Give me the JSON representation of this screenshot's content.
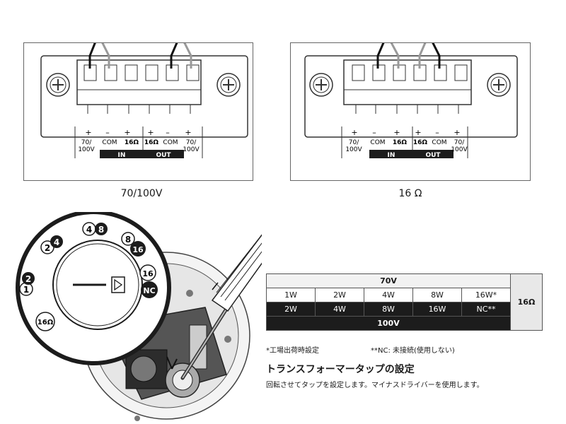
{
  "panels": [
    {
      "caption": "70/100V",
      "polarity": [
        "+",
        "–",
        "+",
        "+",
        "–",
        "+"
      ],
      "terminals": [
        "70/\n100V",
        "COM",
        "16Ω",
        "16Ω",
        "COM",
        "70/\n100V"
      ],
      "groups": [
        "IN",
        "OUT"
      ]
    },
    {
      "caption": "16 Ω",
      "polarity": [
        "+",
        "–",
        "+",
        "+",
        "–",
        "+"
      ],
      "terminals": [
        "70/\n100V",
        "COM",
        "16Ω",
        "16Ω",
        "COM",
        "70/\n100V"
      ],
      "groups": [
        "IN",
        "OUT"
      ]
    }
  ],
  "dial": {
    "positions": [
      "1",
      "2",
      "2",
      "4",
      "4",
      "8",
      "8",
      "16",
      "16",
      "NC",
      "16Ω"
    ]
  },
  "tap_table": {
    "header_70v": "70V",
    "row_70v": [
      "1W",
      "2W",
      "4W",
      "8W",
      "16W*"
    ],
    "row_100v": [
      "2W",
      "4W",
      "8W",
      "16W",
      "NC**"
    ],
    "footer_100v": "100V",
    "side_label": "16Ω"
  },
  "notes": {
    "factory_setting": "*工場出荷時設定",
    "nc_note": "**NC: 未接続(使用しない)"
  },
  "heading": "トランスフォーマータップの設定",
  "instruction": "回転させてタップを設定します。マイナスドライバーを使用します。"
}
